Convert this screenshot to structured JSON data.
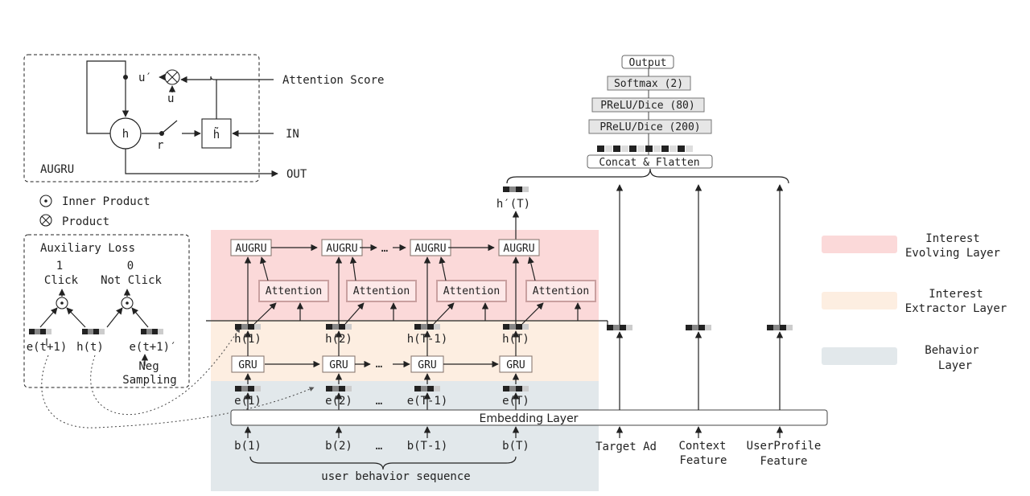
{
  "augru_panel": {
    "title": "AUGRU",
    "u_prime": "u′",
    "u": "u",
    "h": "h",
    "r": "r",
    "h_tilde": "h̃",
    "attention_score": "Attention Score",
    "in": "IN",
    "out": "OUT"
  },
  "legend_symbols": {
    "inner_product": "Inner Product",
    "product": "Product"
  },
  "aux_panel": {
    "title": "Auxiliary Loss",
    "one": "1",
    "zero": "0",
    "click": "Click",
    "not_click": "Not Click",
    "e_t1": "e(t+1)",
    "h_t": "h(t)",
    "e_t1_neg": "e(t+1)′",
    "neg": "Neg",
    "sampling": "Sampling"
  },
  "mlp": {
    "output": "Output",
    "softmax": "Softmax (2)",
    "prelu80": "PReLU/Dice (80)",
    "prelu200": "PReLU/Dice (200)",
    "concat": "Concat & Flatten"
  },
  "h_prime_T": "h′(T)",
  "augru_cells": [
    "AUGRU",
    "AUGRU",
    "AUGRU",
    "AUGRU"
  ],
  "attention_cells": [
    "Attention",
    "Attention",
    "Attention",
    "Attention"
  ],
  "gru_cells": [
    "GRU",
    "GRU",
    "GRU",
    "GRU"
  ],
  "hidden_labels": [
    "h(1)",
    "h(2)",
    "h(T-1)",
    "h(T)"
  ],
  "embed_labels": [
    "e(1)",
    "e(2)",
    "e(T-1)",
    "e(T)"
  ],
  "behavior_labels": [
    "b(1)",
    "b(2)",
    "b(T-1)",
    "b(T)"
  ],
  "ellipsis": "…",
  "embedding_layer": "Embedding Layer",
  "user_behavior_sequence": "user behavior sequence",
  "inputs": {
    "target_ad": "Target Ad",
    "context_1": "Context",
    "context_2": "Feature",
    "userprofile_1": "UserProfile",
    "userprofile_2": "Feature"
  },
  "layer_legend": {
    "evolving_1": "Interest",
    "evolving_2": "Evolving Layer",
    "extractor_1": "Interest",
    "extractor_2": "Extractor Layer",
    "behavior_1": "Behavior",
    "behavior_2": "Layer"
  },
  "colors": {
    "evolving": "#fbd9d9",
    "extractor": "#fdeee1",
    "behavior": "#e2e8eb",
    "box_border": "#8a7a72",
    "attention_border": "#c9a0a0",
    "mlp_fill": "#e6e6e6"
  }
}
